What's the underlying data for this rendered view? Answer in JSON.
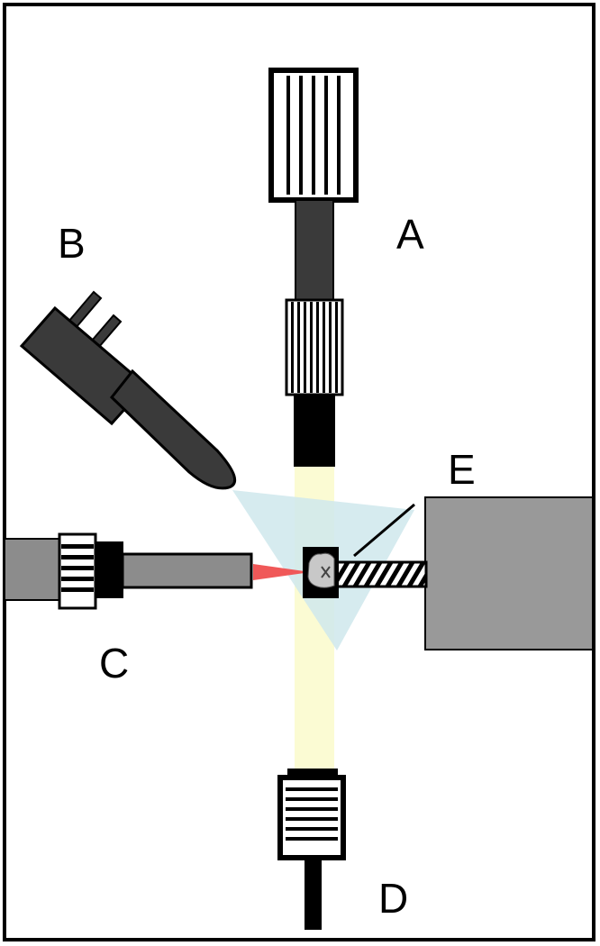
{
  "labels": {
    "a": "A",
    "b": "B",
    "c": "C",
    "d": "D",
    "e": "E"
  },
  "colors": {
    "frame": "#000000",
    "dark_gray": "#3a3a3a",
    "medium_gray": "#8c8c8c",
    "light_gray_block": "#999999",
    "beam_yellow": "#fbfbd3",
    "beam_cyan": "#cfe8ec",
    "laser_red": "#f05858",
    "sample": "#c8c8c8"
  }
}
